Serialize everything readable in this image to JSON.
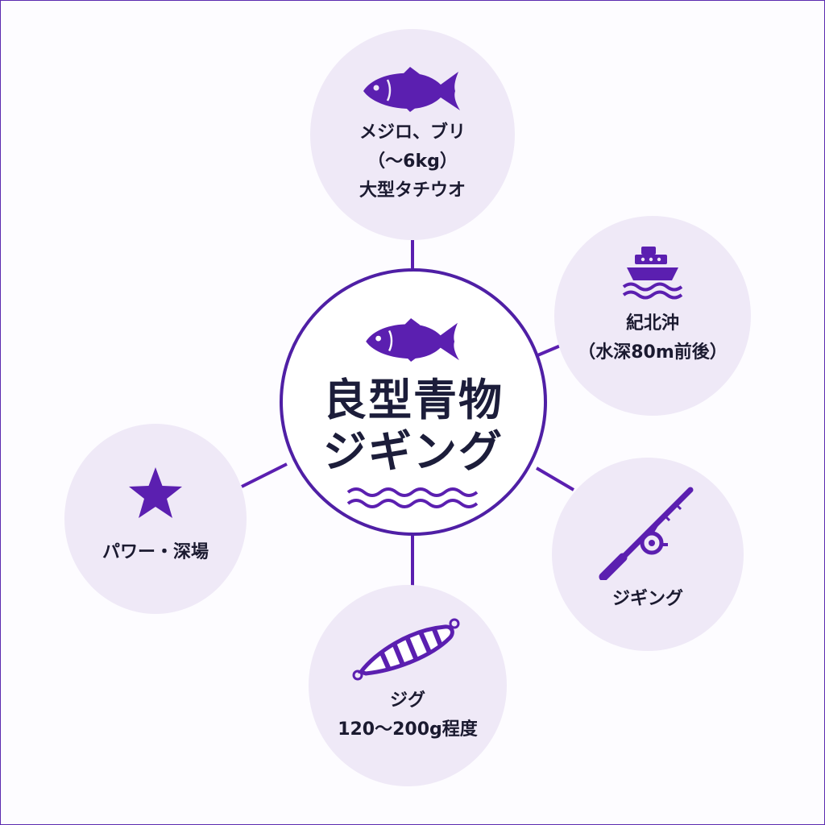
{
  "colors": {
    "accent": "#5b1fb0",
    "circle_fill": "#efe9f7",
    "text": "#1b1a30"
  },
  "center": {
    "icon": "fish-icon",
    "title_line1": "良型青物",
    "title_line2": "ジギング",
    "decor_icon": "waves-icon"
  },
  "nodes": {
    "target_fish": {
      "icon": "fish-icon",
      "lines": [
        "メジロ、ブリ",
        "（〜6kg）",
        "大型タチウオ"
      ]
    },
    "location": {
      "icon": "boat-icon",
      "lines": [
        "紀北沖",
        "（水深80m前後）"
      ]
    },
    "method": {
      "icon": "fishing-rod-icon",
      "lines": [
        "ジギング"
      ]
    },
    "jig": {
      "icon": "jig-lure-icon",
      "lines": [
        "ジグ",
        "120〜200g程度"
      ]
    },
    "feature": {
      "icon": "star-icon",
      "lines": [
        "パワー・深場"
      ]
    }
  }
}
